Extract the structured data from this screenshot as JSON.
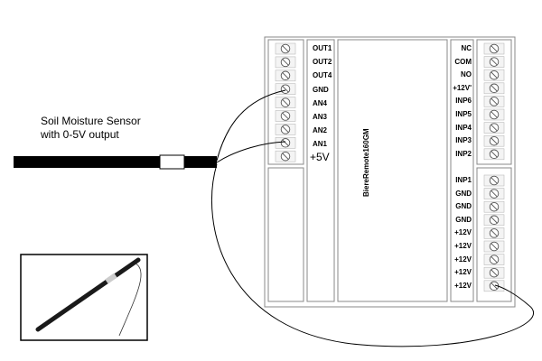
{
  "sensor": {
    "caption_line1": "Soil Moisture Sensor",
    "caption_line2": "with 0-5V output"
  },
  "board": {
    "name": "BiereRemote160GM",
    "left_labels": [
      "OUT1",
      "OUT2",
      "OUT4",
      "GND",
      "AN4",
      "AN3",
      "AN2",
      "AN1"
    ],
    "voltage_label": "+5V",
    "right_top_labels": [
      "NC",
      "COM",
      "NO",
      "+12V'",
      "INP6",
      "INP5",
      "INP4",
      "INP3",
      "INP2"
    ],
    "right_bottom_labels": [
      "INP1",
      "GND",
      "GND",
      "GND",
      "+12V",
      "+12V",
      "+12V",
      "+12V",
      "+12V"
    ]
  }
}
